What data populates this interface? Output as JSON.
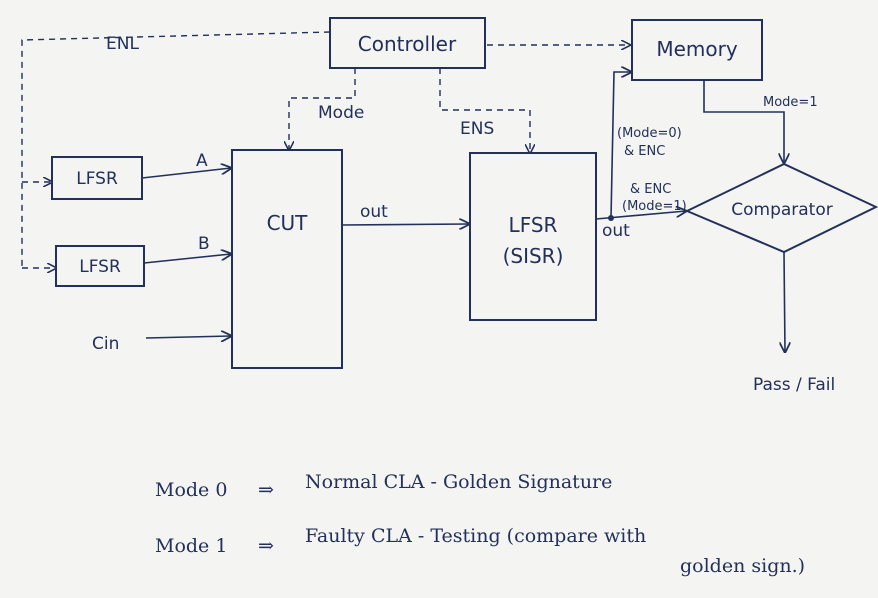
{
  "diagram": {
    "blocks": {
      "controller": "Controller",
      "memory": "Memory",
      "lfsr_a": "LFSR",
      "lfsr_b": "LFSR",
      "cut": "CUT",
      "sisr_line1": "LFSR",
      "sisr_line2": "(SISR)",
      "comparator": "Comparator"
    },
    "labels": {
      "enl": "ENL",
      "mode": "Mode",
      "ens": "ENS",
      "a": "A",
      "b": "B",
      "cin": "Cin",
      "out_cut": "out",
      "out_sisr": "out",
      "mode0_line1": "(Mode=0)",
      "mode0_line2": "& ENC",
      "mode1_line1": "& ENC",
      "mode1_line2": "(Mode=1)",
      "mode_eq_1": "Mode=1",
      "pass_fail": "Pass / Fail"
    },
    "notes": {
      "line1_left": "Mode 0",
      "line1_arrow": "⇒",
      "line1_text": "Normal CLA - Golden Signature",
      "line2_left": "Mode 1",
      "line2_arrow": "⇒",
      "line2_text": "Faulty CLA - Testing (compare with",
      "line2_cont": "golden sign.)"
    }
  }
}
